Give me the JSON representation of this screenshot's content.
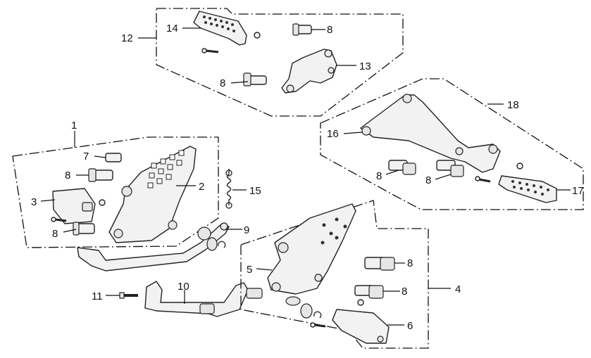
{
  "diagram": {
    "title": "Footrest / Step Assembly Exploded Parts Diagram",
    "callouts": {
      "c1": "1",
      "c2": "2",
      "c3": "3",
      "c4": "4",
      "c5": "5",
      "c6": "6",
      "c7": "7",
      "c8a": "8",
      "c8b": "8",
      "c8c": "8",
      "c8d": "8",
      "c8e": "8",
      "c8f": "8",
      "c8g": "8",
      "c8h": "8",
      "c9": "9",
      "c10": "10",
      "c11": "11",
      "c12": "12",
      "c13": "13",
      "c14": "14",
      "c15": "15",
      "c16": "16",
      "c17": "17",
      "c18": "18"
    },
    "groups": [
      "group-12-rear-left",
      "group-18-rear-right",
      "group-1-front-left",
      "group-4-front-right"
    ]
  }
}
